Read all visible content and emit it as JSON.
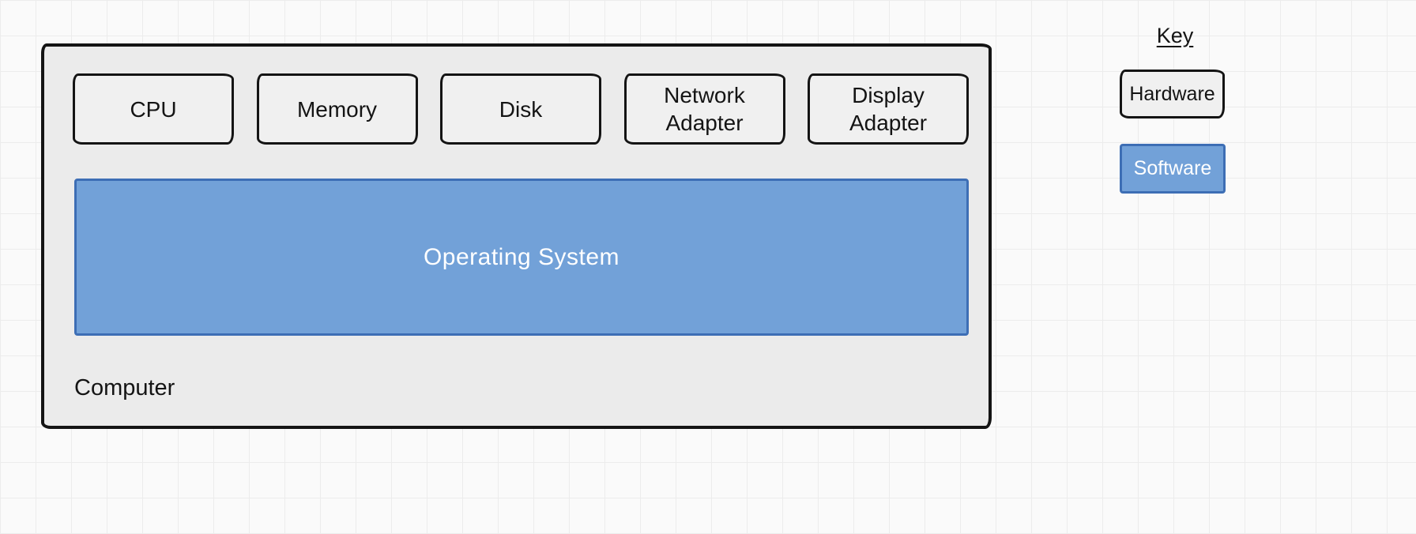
{
  "diagram": {
    "computer": {
      "label": "Computer",
      "hardware_components": [
        {
          "label": "CPU"
        },
        {
          "label": "Memory"
        },
        {
          "label": "Disk"
        },
        {
          "label": "Network Adapter"
        },
        {
          "label": "Display Adapter"
        }
      ],
      "software_components": [
        {
          "label": "Operating System"
        }
      ]
    },
    "key": {
      "title": "Key",
      "items": [
        {
          "label": "Hardware",
          "type": "hardware"
        },
        {
          "label": "Software",
          "type": "software"
        }
      ]
    },
    "colors": {
      "hardware_fill": "#f0f0f0",
      "hardware_border": "#141414",
      "computer_fill": "#ebebeb",
      "software_fill": "#72a1d8",
      "software_border": "#3d6eb5",
      "software_text": "#ffffff"
    }
  }
}
